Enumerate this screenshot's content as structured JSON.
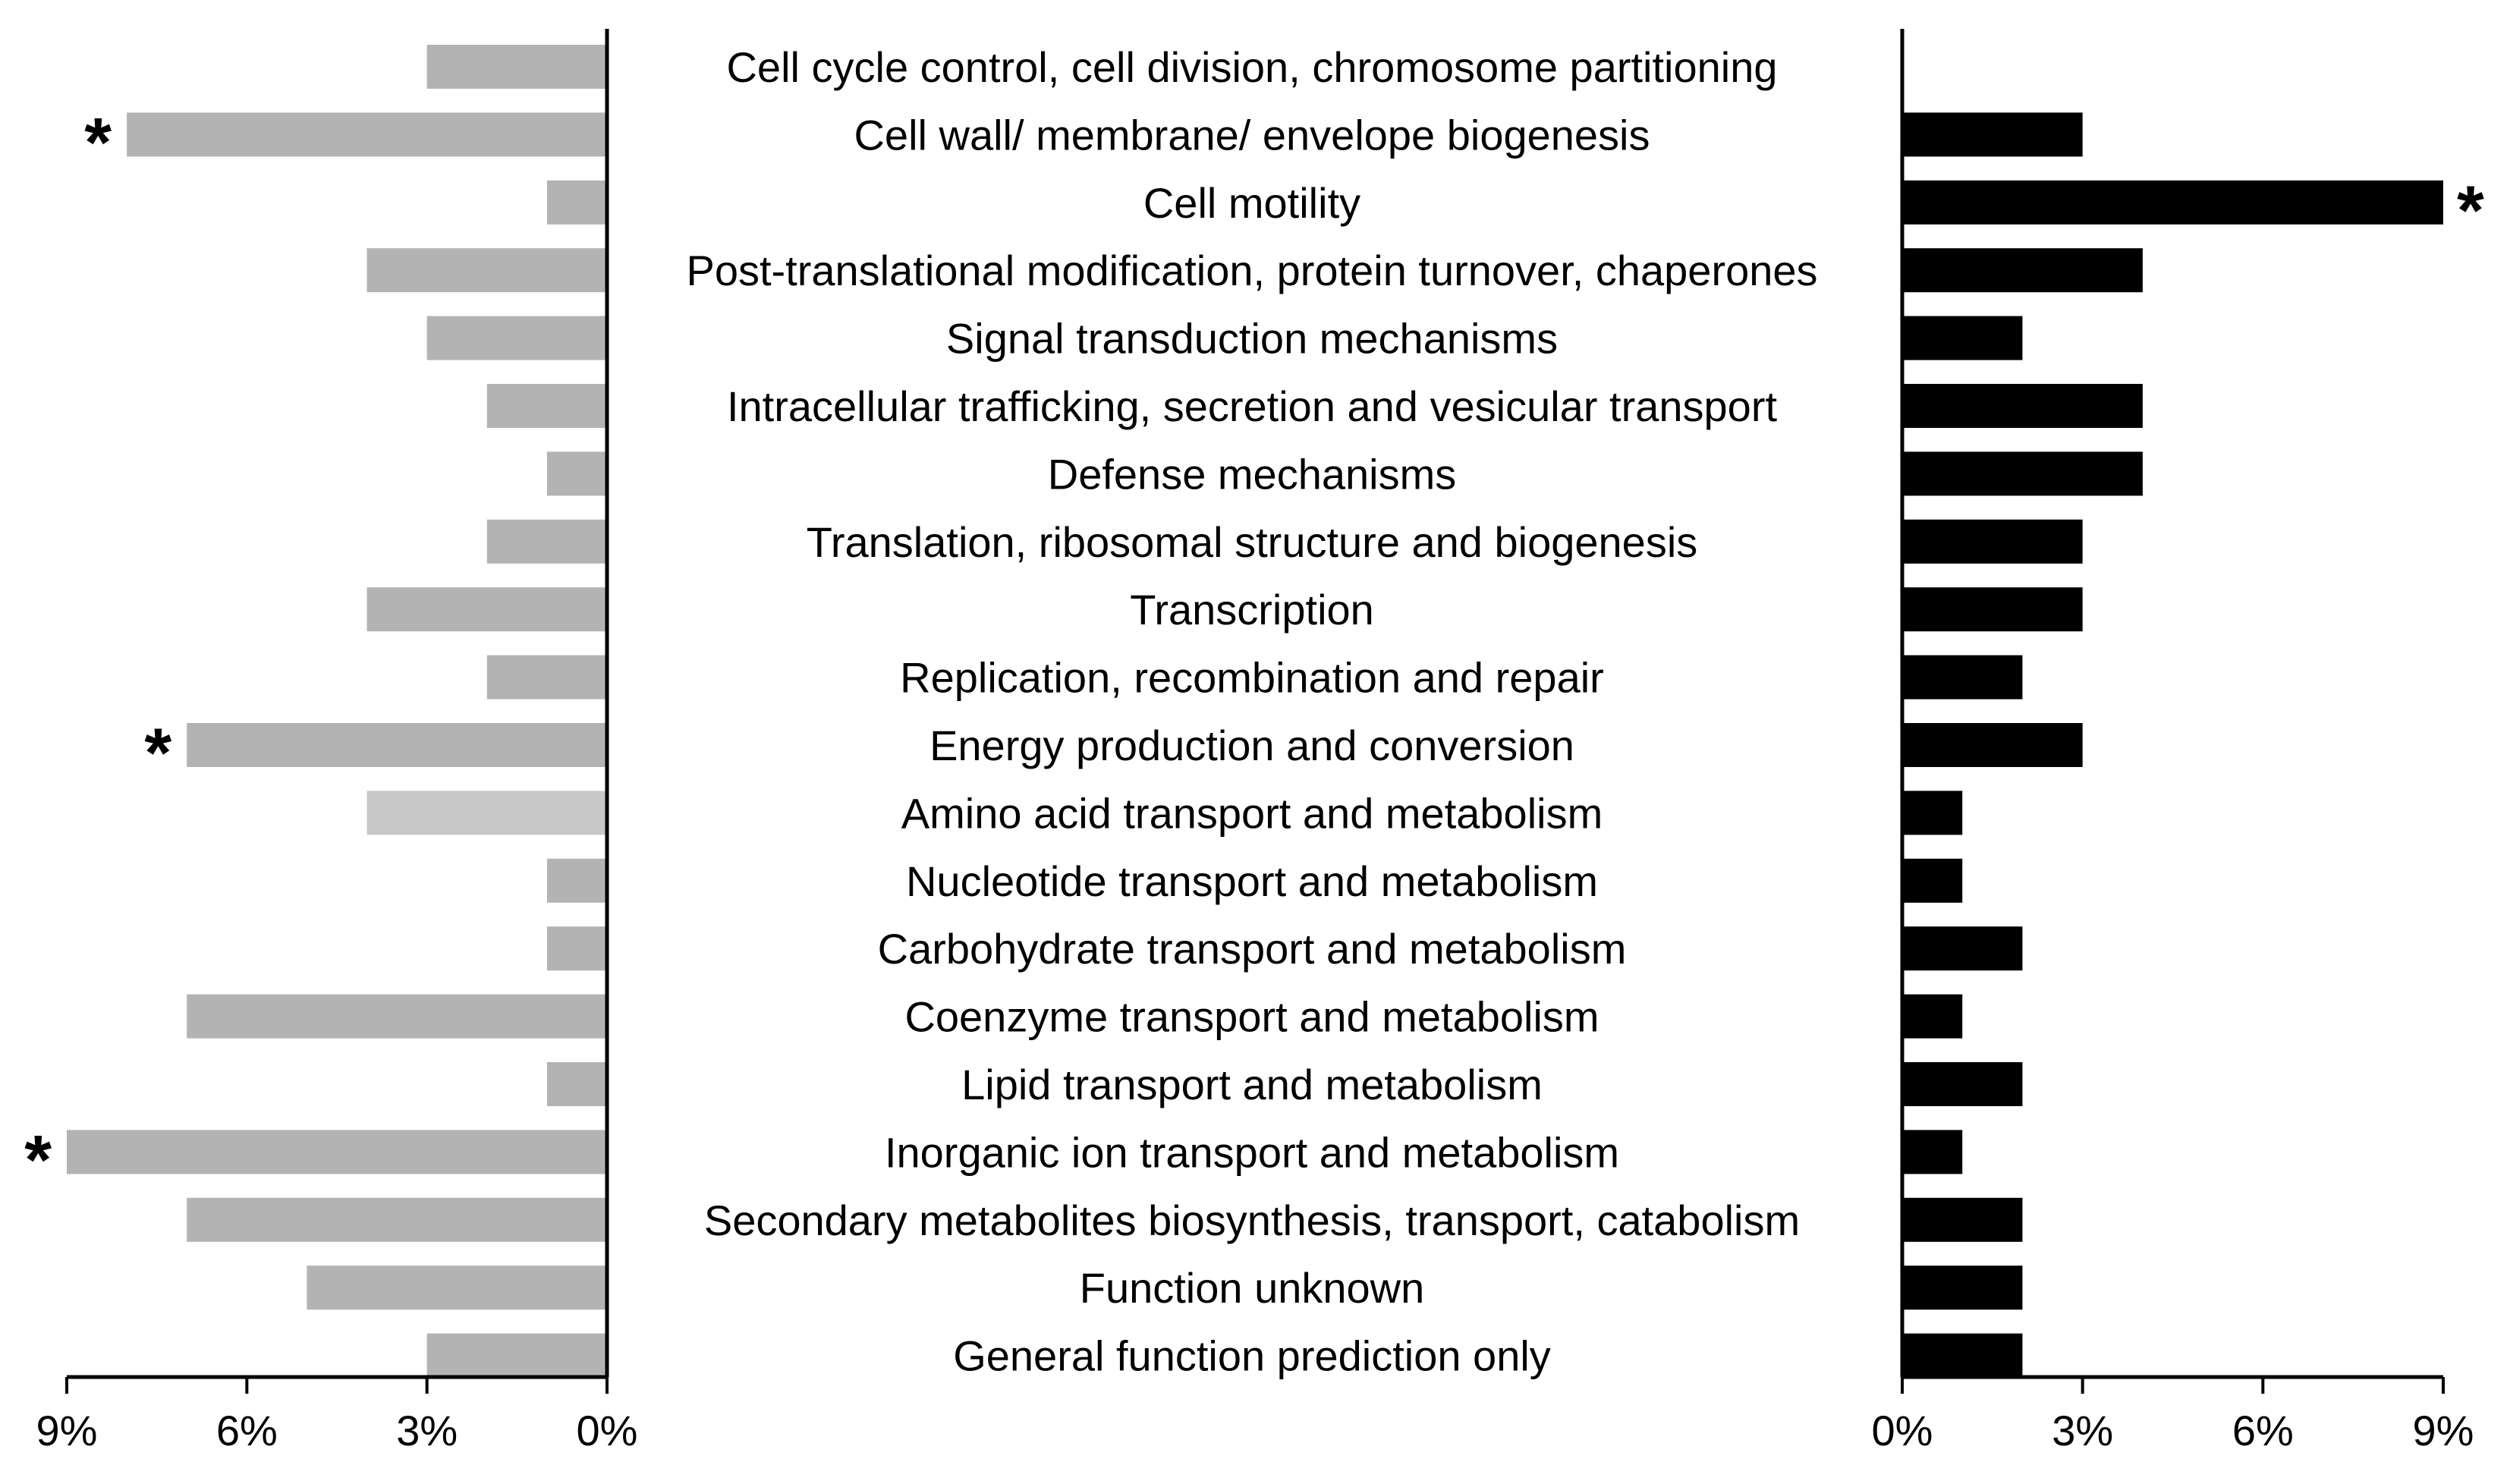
{
  "chart_data": {
    "type": "bar",
    "orientation": "horizontal",
    "layout": "mirrored",
    "categories": [
      "Cell cycle control, cell division, chromosome partitioning",
      "Cell wall/ membrane/ envelope biogenesis",
      "Cell motility",
      "Post-translational modification, protein turnover, chaperones",
      "Signal transduction mechanisms",
      "Intracellular trafficking, secretion and vesicular transport",
      "Defense mechanisms",
      "Translation, ribosomal structure and biogenesis",
      "Transcription",
      "Replication, recombination and repair",
      "Energy production and conversion",
      "Amino acid transport and metabolism",
      "Nucleotide transport and metabolism",
      "Carbohydrate transport and metabolism",
      "Coenzyme transport and metabolism",
      "Lipid transport and metabolism",
      "Inorganic ion transport and metabolism",
      "Secondary metabolites biosynthesis, transport, catabolism",
      "Function unknown",
      "General function prediction only"
    ],
    "series": [
      {
        "side": "left",
        "color": "#b3b3b3",
        "values": [
          3,
          8,
          1,
          4,
          3,
          2,
          1,
          2,
          4,
          2,
          7,
          4,
          1,
          1,
          7,
          1,
          9,
          7,
          5,
          3
        ],
        "significant": [
          false,
          true,
          false,
          false,
          false,
          false,
          false,
          false,
          false,
          false,
          true,
          false,
          false,
          false,
          false,
          false,
          true,
          false,
          false,
          false
        ]
      },
      {
        "side": "right",
        "color": "#000000",
        "values": [
          0,
          3,
          9,
          4,
          2,
          4,
          4,
          3,
          3,
          2,
          3,
          1,
          1,
          2,
          1,
          2,
          1,
          2,
          2,
          2
        ],
        "significant": [
          false,
          false,
          true,
          false,
          false,
          false,
          false,
          false,
          false,
          false,
          false,
          false,
          false,
          false,
          false,
          false,
          false,
          false,
          false,
          false
        ]
      }
    ],
    "highlight_colors": {
      "amino_acid_left": "#c8c8c8"
    },
    "significance_marker": "*",
    "xlim": [
      0,
      9
    ],
    "ticks": [
      0,
      3,
      6,
      9
    ],
    "left_tick_labels": [
      "9%",
      "6%",
      "3%",
      "0%"
    ],
    "right_tick_labels": [
      "0%",
      "3%",
      "6%",
      "9%"
    ],
    "grid": false,
    "legend": "none"
  }
}
